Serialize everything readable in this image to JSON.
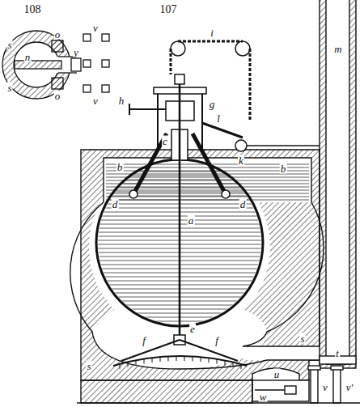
{
  "diagram": {
    "labels": [
      "108",
      "107",
      "s",
      "s",
      "n",
      "o",
      "o",
      "y",
      "v",
      "v",
      "i",
      "g",
      "h",
      "l",
      "k",
      "c",
      "b",
      "b",
      "d",
      "d",
      "a",
      "e",
      "f",
      "f",
      "m",
      "s",
      "s",
      "t",
      "u",
      "v",
      "v'",
      "w"
    ]
  }
}
